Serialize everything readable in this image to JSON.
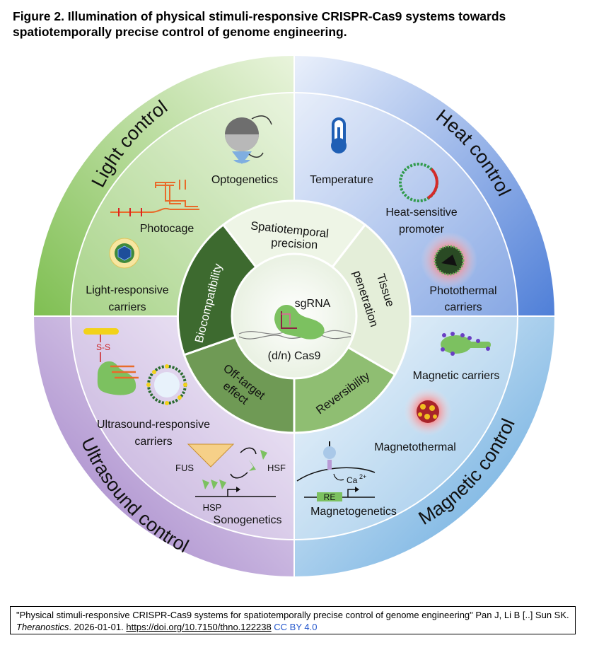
{
  "title": "Figure 2. Illumination of physical stimuli-responsive CRISPR-Cas9 systems towards spatiotemporally precise control of genome engineering.",
  "colors": {
    "light": "#8cc55f",
    "heat": "#5b86d6",
    "magnetic": "#67a9dc",
    "ultrasound": "#a787c9",
    "dark_green": "#3d6a2f",
    "mid_green": "#6e9a55",
    "pale_green": "#e6f0dc"
  },
  "quadrants": {
    "light": "Light control",
    "heat": "Heat control",
    "ultrasound": "Ultrasound control",
    "magnetic": "Magnetic  control"
  },
  "items": {
    "optogenetics": "Optogenetics",
    "photocage": "Photocage",
    "light_carriers_1": "Light-responsive",
    "light_carriers_2": "carriers",
    "temperature": "Temperature",
    "heat_promoter_1": "Heat-sensitive",
    "heat_promoter_2": "promoter",
    "photothermal_1": "Photothermal",
    "photothermal_2": "carriers",
    "magnetic_carriers": "Magnetic carriers",
    "magnetothermal": "Magnetothermal",
    "magnetogenetics": "Magnetogenetics",
    "ca": "Ca",
    "ca_sup": "2+",
    "re": "RE",
    "us_carriers_1": "Ultrasound-responsive",
    "us_carriers_2": "carriers",
    "sonogenetics": "Sonogenetics",
    "fus": "FUS",
    "hsf": "HSF",
    "hsp": "HSP",
    "ss": "S-S"
  },
  "features": {
    "spatiotemporal_1": "Spatiotemporal",
    "spatiotemporal_2": "precision",
    "tissue_1": "Tissue",
    "tissue_2": "penetration",
    "reversibility": "Reversibility",
    "offtarget_1": "Off-target",
    "offtarget_2": "effect",
    "biocompatibility": "Biocompatibility"
  },
  "center": {
    "sgrna": "sgRNA",
    "cas9": "(d/n) Cas9"
  },
  "citation": {
    "quote": "\"Physical stimuli-responsive CRISPR-Cas9 systems for spatiotemporally precise control of genome engineering\" Pan J, Li B [..] Sun SK.",
    "journal": "Theranostics",
    "date": ". 2026-01-01.",
    "doi": "https://doi.org/10.7150/thno.122238",
    "license": "CC BY 4.0"
  }
}
